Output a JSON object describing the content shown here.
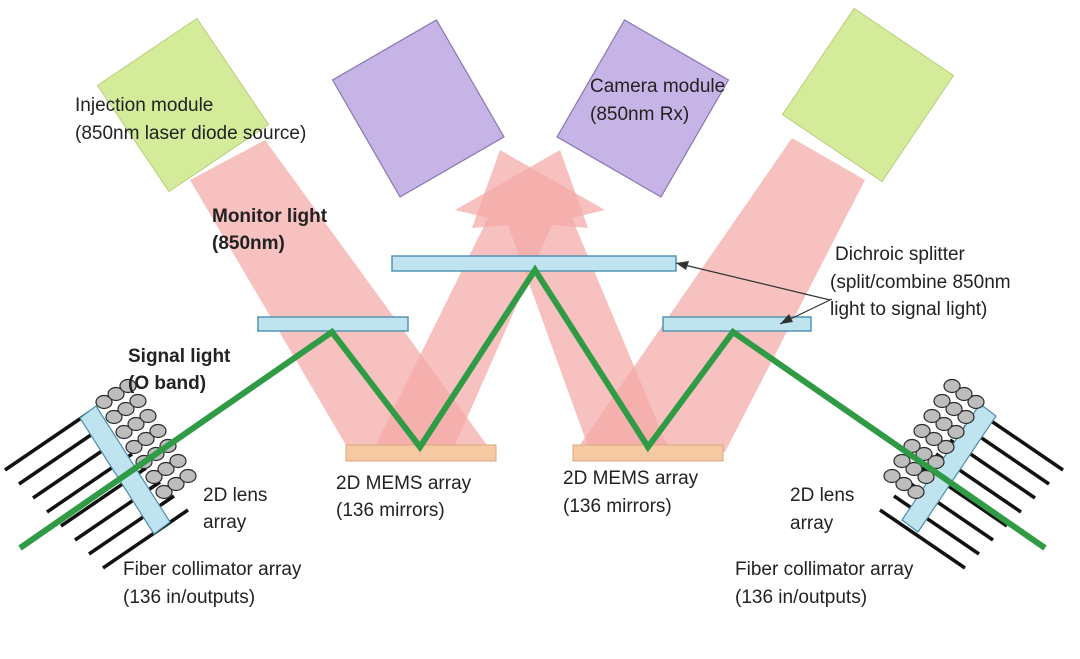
{
  "colors": {
    "beam": "#f4a9a6",
    "signal": "#2f9b45",
    "splitter_fill": "#bfe3ef",
    "splitter_stroke": "#4a8fae",
    "mems_fill": "#f7c9a3",
    "injection_fill": "#d4ec9a",
    "camera_fill": "#c6b4e6",
    "fiber": "#111111"
  },
  "labels": {
    "injection": {
      "line1": "Injection module",
      "line2": "(850nm laser diode source)"
    },
    "camera": {
      "line1": "Camera module",
      "line2": "(850nm Rx)"
    },
    "monitor": {
      "line1": "Monitor light",
      "line2": "(850nm)"
    },
    "dichroic": {
      "line1": "Dichroic splitter",
      "line2": "(split/combine 850nm",
      "line3": "light to signal light)"
    },
    "signal": {
      "line1": "Signal light",
      "line2": "(O band)"
    },
    "mems_left": {
      "line1": "2D MEMS array",
      "line2": "(136 mirrors)"
    },
    "mems_right": {
      "line1": "2D MEMS array",
      "line2": "(136 mirrors)"
    },
    "lens_left": {
      "line1": "2D lens",
      "line2": "array"
    },
    "lens_right": {
      "line1": "2D lens",
      "line2": "array"
    },
    "fiber_left": {
      "line1": "Fiber collimator array",
      "line2": "(136 in/outputs)"
    },
    "fiber_right": {
      "line1": "Fiber collimator array",
      "line2": "(136 in/outputs)"
    }
  }
}
